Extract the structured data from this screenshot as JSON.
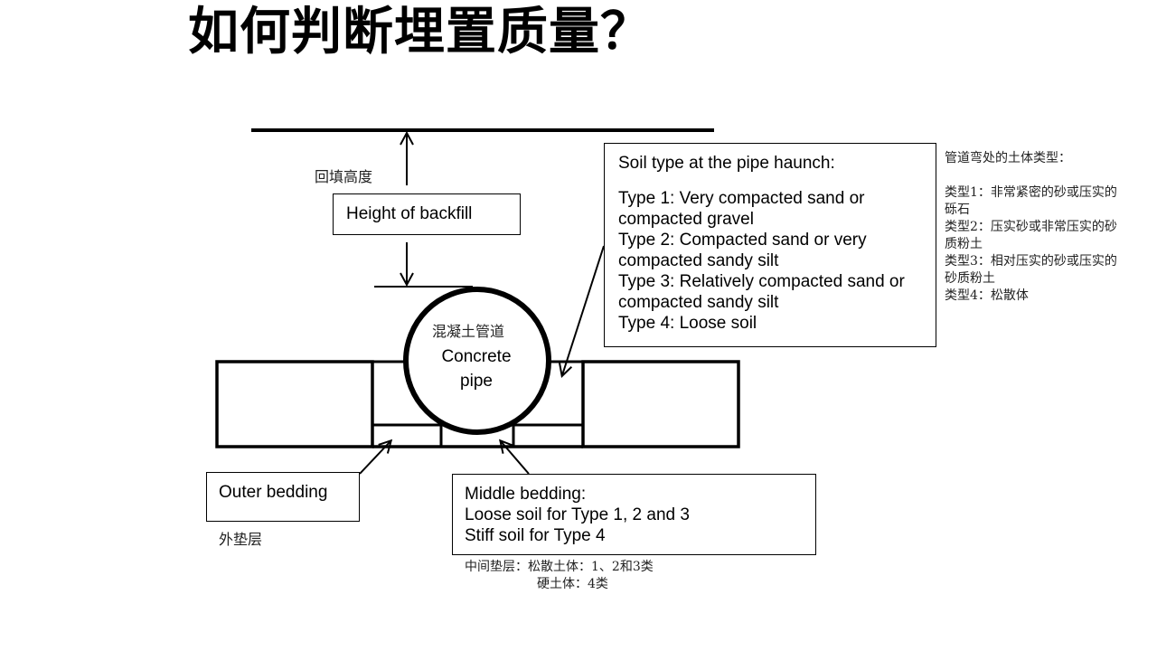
{
  "title": "如何判断埋置质量？",
  "diagram": {
    "backfill": {
      "cn_label": "回填高度",
      "en_label": "Height of backfill"
    },
    "pipe": {
      "cn_label": "混凝土管道",
      "en_line1": "Concrete",
      "en_line2": "pipe"
    },
    "soil_type_box": {
      "heading": "Soil type at the pipe haunch:",
      "lines": [
        "Type 1: Very compacted sand or",
        "compacted gravel",
        "Type 2: Compacted sand or very",
        "compacted sandy silt",
        "Type 3: Relatively compacted sand or",
        "compacted sandy silt",
        "Type 4: Loose soil"
      ]
    },
    "soil_type_cn": {
      "heading": "管道弯处的土体类型：",
      "lines": [
        "类型1：非常紧密的砂或压实的",
        "砾石",
        "类型2：压实砂或非常压实的砂",
        "质粉土",
        "类型3：相对压实的砂或压实的",
        "砂质粉土",
        "类型4：松散体"
      ]
    },
    "outer_bedding": {
      "en_label": "Outer bedding",
      "cn_label": "外垫层"
    },
    "middle_bedding": {
      "line1": "Middle bedding:",
      "line2": "Loose soil for Type 1, 2 and 3",
      "line3": "Stiff soil for Type 4",
      "cn_line1": "中间垫层：松散土体：1、2和3类",
      "cn_line2": "硬土体：4类"
    }
  }
}
